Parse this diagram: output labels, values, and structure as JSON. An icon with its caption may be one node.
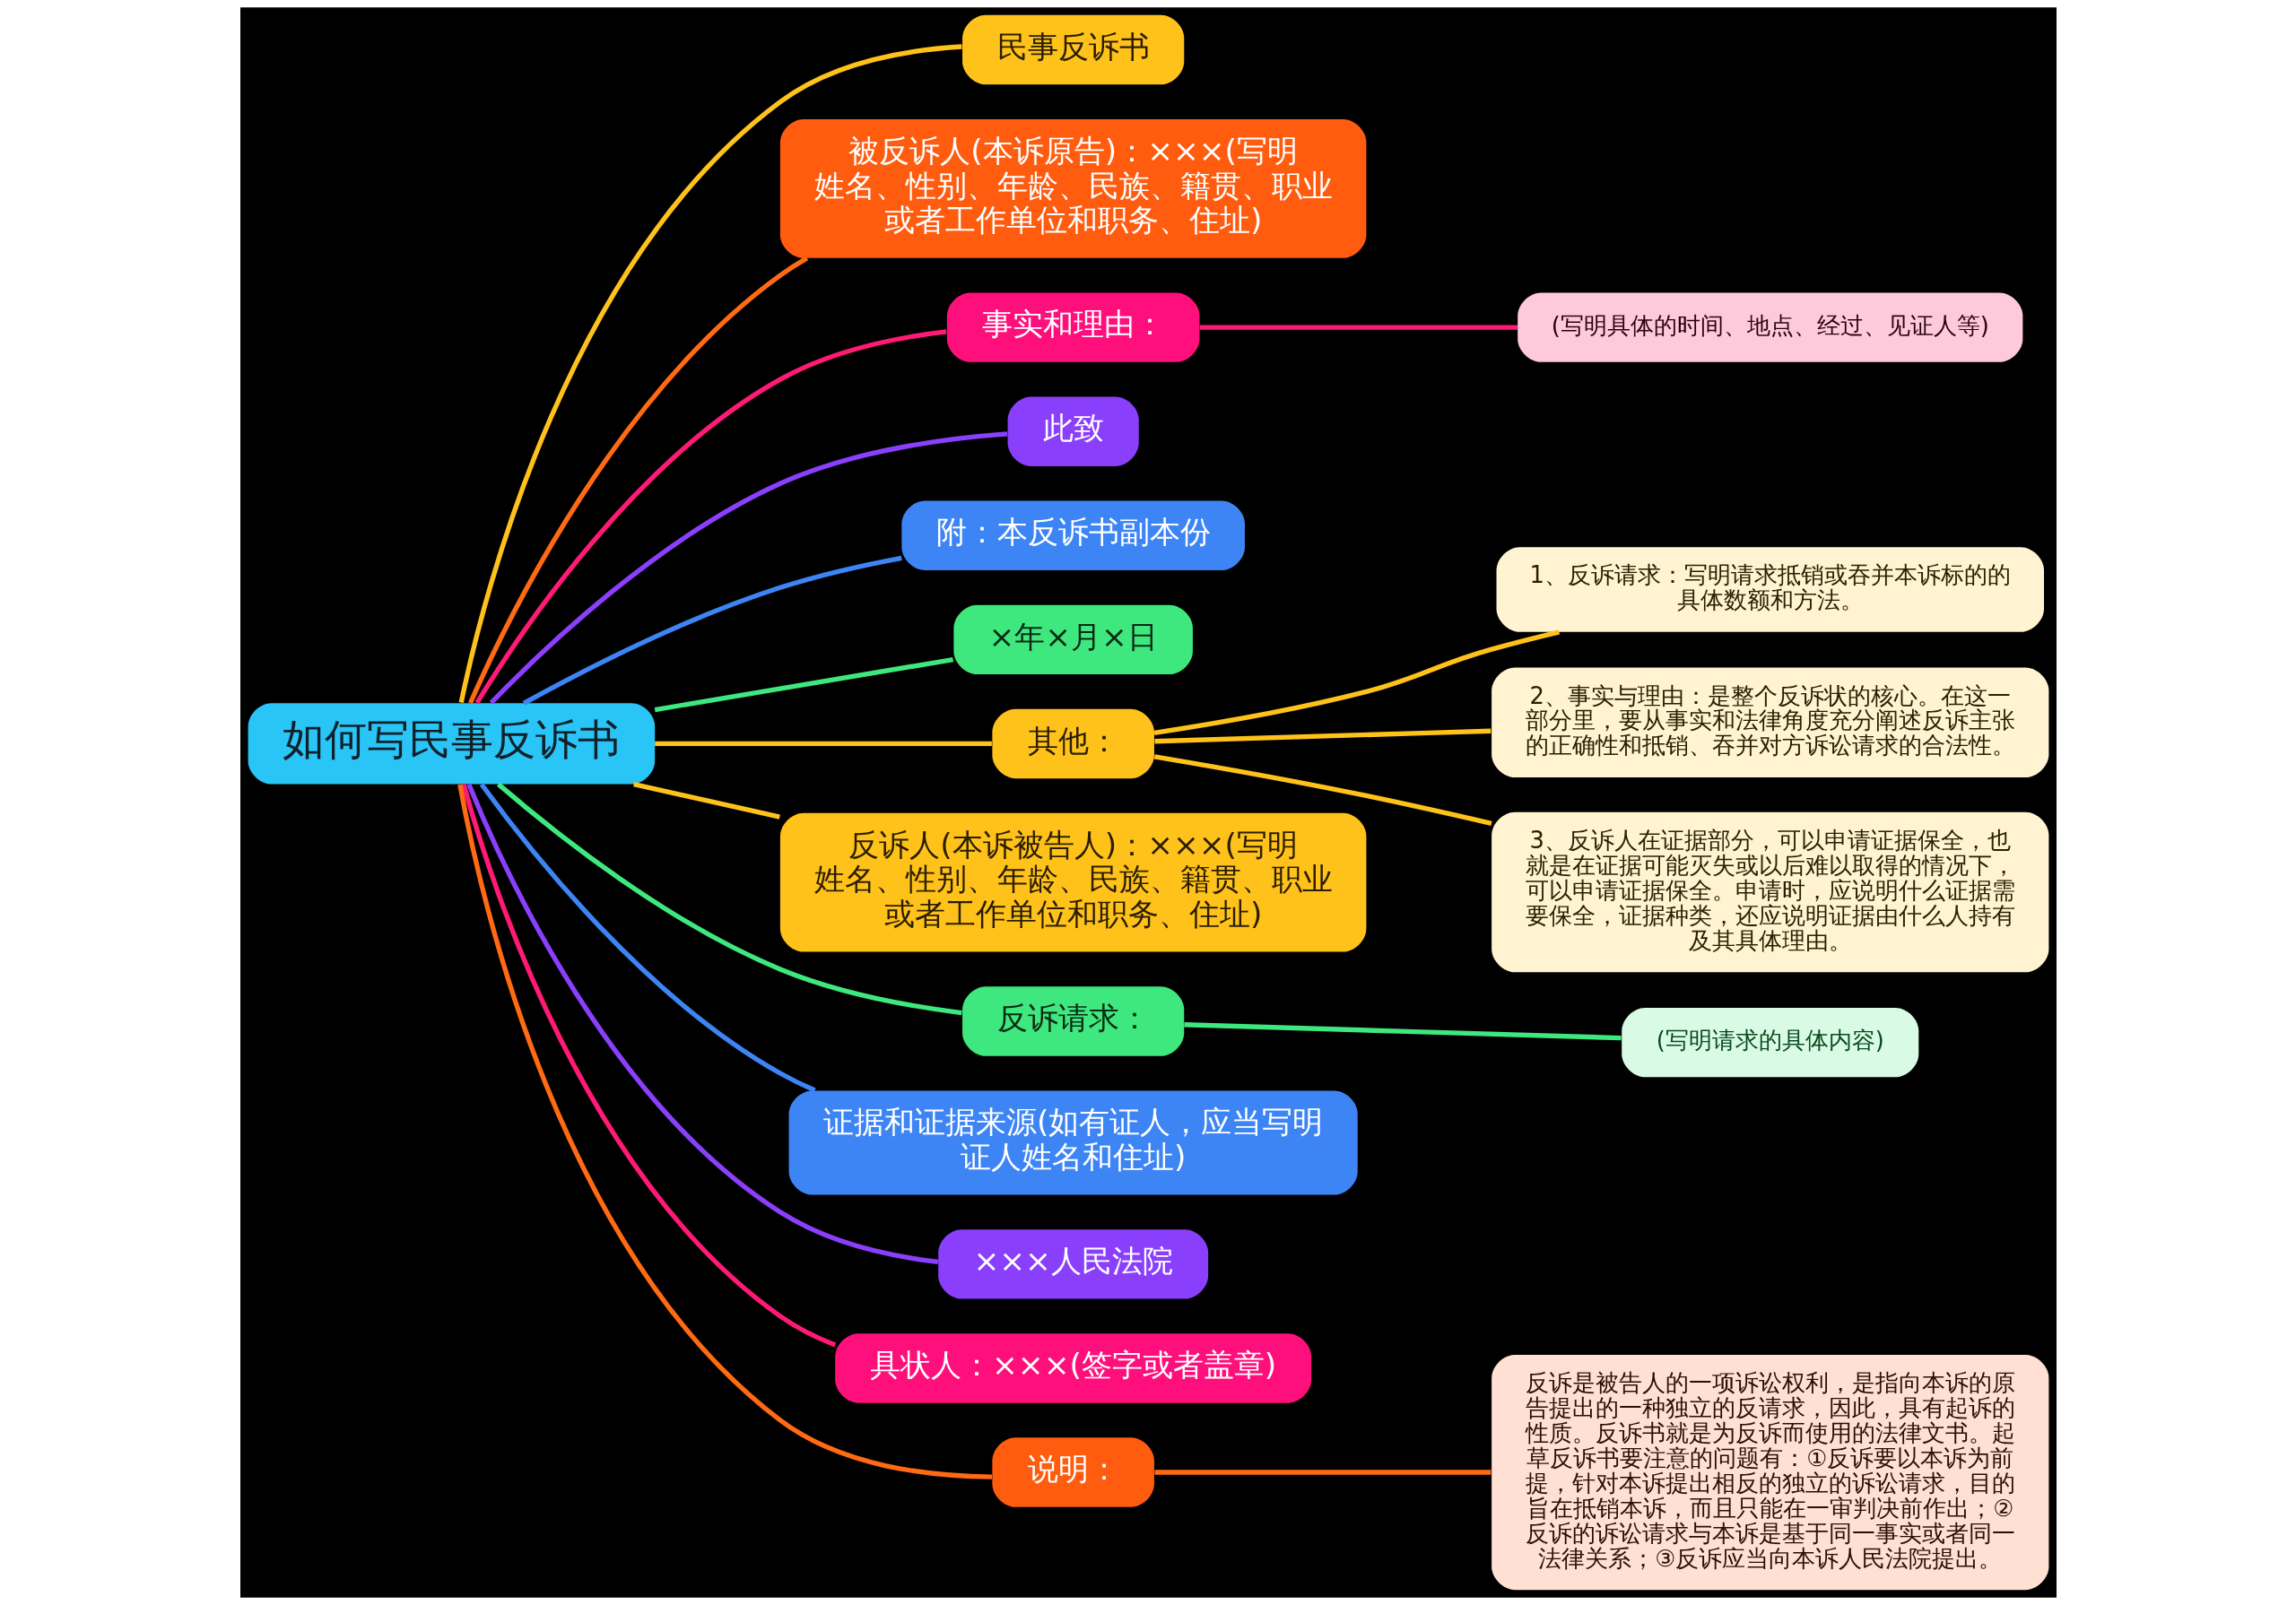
{
  "diagram": {
    "nodes": [
      {
        "text": [
          "如何写民事反诉书"
        ]
      },
      {
        "text": [
          "民事反诉书"
        ]
      },
      {
        "text": [
          "被反诉人(本诉原告)：×××(写明姓名、性别、年龄、民族、籍贯、职业或者工作单位和职务、住址)"
        ]
      },
      {
        "text": [
          "事实和理由："
        ]
      },
      {
        "text": [
          "(写明具体的时间、地点、经过、见证人等)"
        ]
      },
      {
        "text": [
          "此致"
        ]
      },
      {
        "text": [
          "附：本反诉书副本份"
        ]
      },
      {
        "text": [
          "×年×月×日"
        ]
      },
      {
        "text": [
          "其他："
        ]
      },
      {
        "text": [
          "1、反诉请求：写明请求抵销或吞并本诉标的的具体数额和方法。"
        ]
      },
      {
        "text": [
          "2、事实与理由：是整个反诉状的核心。在这一部分里，要从事实和法律角度充分阐述反诉主张的正确性和抵销、吞并对方诉讼请求的合法性。"
        ]
      },
      {
        "text": [
          "3、反诉人在证据部分，可以申请证据保全，也就是在证据可能灭失或以后难以取得的情况下，可以申请证据保全。申请时，应说明什么证据需要保全，证据种类，还应说明证据由什么人持有及其具体理由。"
        ]
      },
      {
        "text": [
          "反诉人(本诉被告人)：×××(写明姓名、性别、年龄、民族、籍贯、职业或者工作单位和职务、住址)"
        ]
      },
      {
        "text": [
          "反诉请求："
        ]
      },
      {
        "text": [
          "(写明请求的具体内容)"
        ]
      },
      {
        "text": [
          "证据和证据来源(如有证人，应当写明证人姓名和住址)"
        ]
      },
      {
        "text": [
          "×××人民法院"
        ]
      },
      {
        "text": [
          "具状人：×××(签字或者盖章)"
        ]
      },
      {
        "text": [
          "说明："
        ]
      },
      {
        "text": [
          "反诉是被告人的一项诉讼权利，是指向本诉的原告提出的一种独立的反请求，因此，具有起诉的性质。反诉书就是为反诉而使用的法律文书。起草反诉书要注意的问题有：①反诉要以本诉为前提，针对本诉提出相反的独立的诉讼请求，目的旨在抵销本诉，而且只能在一审判决前作出；②反诉的诉讼请求与本诉是基于同一事实或者同一法律关系；③反诉应当向本诉人民法院提出。"
        ]
      }
    ],
    "edges": [
      {
        "from": 0,
        "to": 1,
        "arrow": "none",
        "color": "#ffc21a"
      },
      {
        "from": 0,
        "to": 2,
        "arrow": "none",
        "color": "#ff6a13"
      },
      {
        "from": 0,
        "to": 3,
        "arrow": "none",
        "color": "#ff1a75"
      },
      {
        "from": 3,
        "to": 4,
        "arrow": "none",
        "color": "#ff1a75"
      },
      {
        "from": 0,
        "to": 5,
        "arrow": "none",
        "color": "#8a3ffc"
      },
      {
        "from": 0,
        "to": 6,
        "arrow": "none",
        "color": "#3d85f5"
      },
      {
        "from": 0,
        "to": 7,
        "arrow": "none",
        "color": "#3ee87e"
      },
      {
        "from": 0,
        "to": 8,
        "arrow": "none",
        "color": "#ffc21a"
      },
      {
        "from": 8,
        "to": 9,
        "arrow": "none",
        "color": "#ffc21a"
      },
      {
        "from": 8,
        "to": 10,
        "arrow": "none",
        "color": "#ffc21a"
      },
      {
        "from": 8,
        "to": 11,
        "arrow": "none",
        "color": "#ffc21a"
      },
      {
        "from": 0,
        "to": 12,
        "arrow": "none",
        "color": "#ffc21a"
      },
      {
        "from": 0,
        "to": 13,
        "arrow": "none",
        "color": "#3ee87e"
      },
      {
        "from": 13,
        "to": 14,
        "arrow": "none",
        "color": "#3ee87e"
      },
      {
        "from": 0,
        "to": 15,
        "arrow": "none",
        "color": "#3d85f5"
      },
      {
        "from": 0,
        "to": 16,
        "arrow": "none",
        "color": "#8a3ffc"
      },
      {
        "from": 0,
        "to": 17,
        "arrow": "none",
        "color": "#ff1a75"
      },
      {
        "from": 0,
        "to": 18,
        "arrow": "none",
        "color": "#ff6a13"
      },
      {
        "from": 18,
        "to": 19,
        "arrow": "none",
        "color": "#ff6a13"
      }
    ]
  }
}
